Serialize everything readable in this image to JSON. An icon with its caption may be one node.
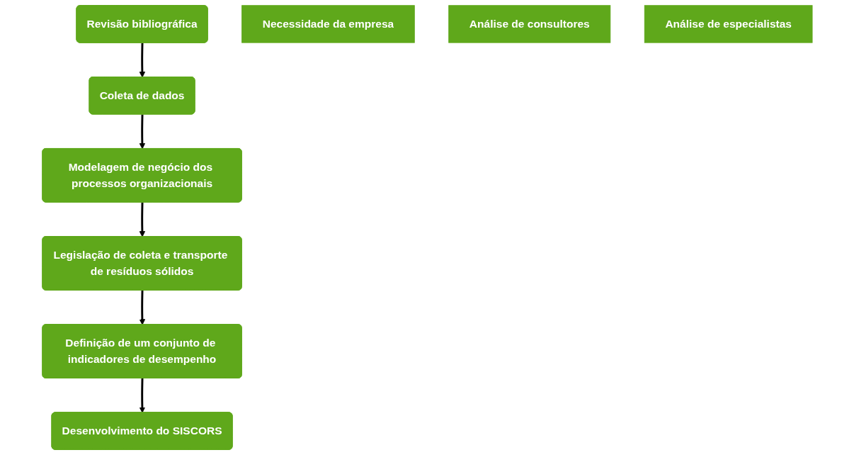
{
  "diagram": {
    "nodes": [
      {
        "text": [
          "Revisão bibliográfica"
        ]
      },
      {
        "text": [
          "Coleta de dados"
        ]
      },
      {
        "text": [
          "Modelagem de negócio dos processos organizacionais"
        ]
      },
      {
        "text": [
          "Legislação de coleta e transporte de resíduos sólidos"
        ]
      },
      {
        "text": [
          "Definição de um conjunto de indicadores de desempenho"
        ]
      },
      {
        "text": [
          "Desenvolvimento do SISCORS"
        ]
      },
      {
        "text": [
          "Necessidade da empresa"
        ]
      },
      {
        "text": [
          "Análise de consultores"
        ]
      },
      {
        "text": [
          "Análise de especialistas"
        ]
      }
    ],
    "edges": [
      {
        "from": 0,
        "to": 1,
        "arrow": "to"
      },
      {
        "from": 1,
        "to": 2,
        "arrow": "to"
      },
      {
        "from": 2,
        "to": 3,
        "arrow": "to"
      },
      {
        "from": 3,
        "to": 4,
        "arrow": "to"
      },
      {
        "from": 4,
        "to": 5,
        "arrow": "to"
      }
    ]
  }
}
